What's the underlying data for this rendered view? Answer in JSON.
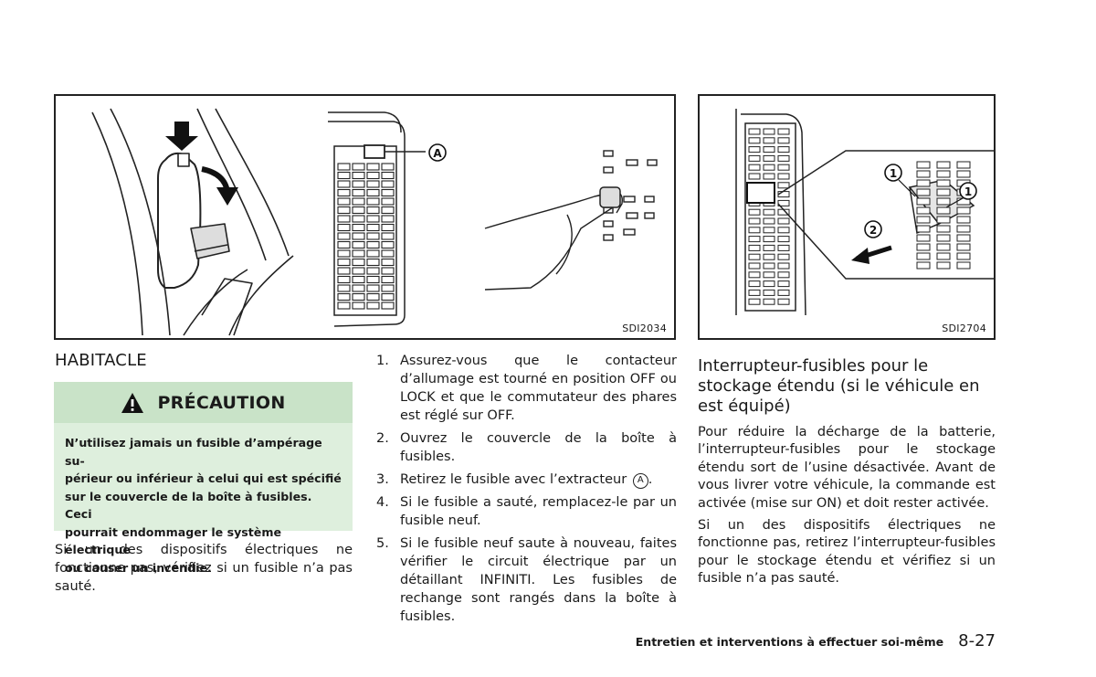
{
  "figures": {
    "left": {
      "code": "SDI2034",
      "callout": "A"
    },
    "right": {
      "code": "SDI2704",
      "callouts": [
        "1",
        "2",
        "1"
      ]
    }
  },
  "left_column": {
    "heading": "HABITACLE",
    "caution": {
      "title": "PRÉCAUTION",
      "lines": [
        "N’utilisez jamais un fusible d’ampérage su-",
        "périeur ou inférieur à celui qui est spécifié",
        "sur le couvercle de la boîte à fusibles. Ceci",
        "pourrait endommager le système électrique",
        "ou causer un incendie."
      ]
    },
    "paragraph": "Si un des dispositifs électriques ne fonctionne pas, vérifiez si un fusible n’a pas sauté."
  },
  "steps": [
    {
      "num": "1.",
      "text": "Assurez-vous que le contacteur d’allumage est tourné en position OFF ou LOCK et que le commutateur des phares est réglé sur OFF."
    },
    {
      "num": "2.",
      "text": "Ouvrez le couvercle de la boîte à fusibles."
    },
    {
      "num": "3.",
      "text": "Retirez le fusible avec l’extracteur",
      "symbol": "A",
      "suffix": "."
    },
    {
      "num": "4.",
      "text": "Si le fusible a sauté, remplacez-le par un fusible neuf."
    },
    {
      "num": "5.",
      "text": "Si le fusible neuf saute à nouveau, faites vérifier le circuit électrique par un détaillant INFINITI. Les fusibles de rechange sont rangés dans la boîte à fusibles."
    }
  ],
  "right_column": {
    "heading": "Interrupteur-fusibles pour le stockage étendu (si le véhicule en est équipé)",
    "paragraph1": "Pour réduire la décharge de la batterie, l’interrupteur-fusibles pour le stockage étendu sort de l’usine désactivée. Avant de vous livrer votre véhicule, la commande est activée (mise sur ON) et doit rester activée.",
    "paragraph2": "Si un des dispositifs électriques ne fonctionne pas, retirez l’interrupteur-fusibles pour le stockage étendu et vérifiez si un fusible n’a pas sauté."
  },
  "footer": {
    "title": "Entretien et interventions à effectuer soi-même",
    "page": "8-27"
  }
}
